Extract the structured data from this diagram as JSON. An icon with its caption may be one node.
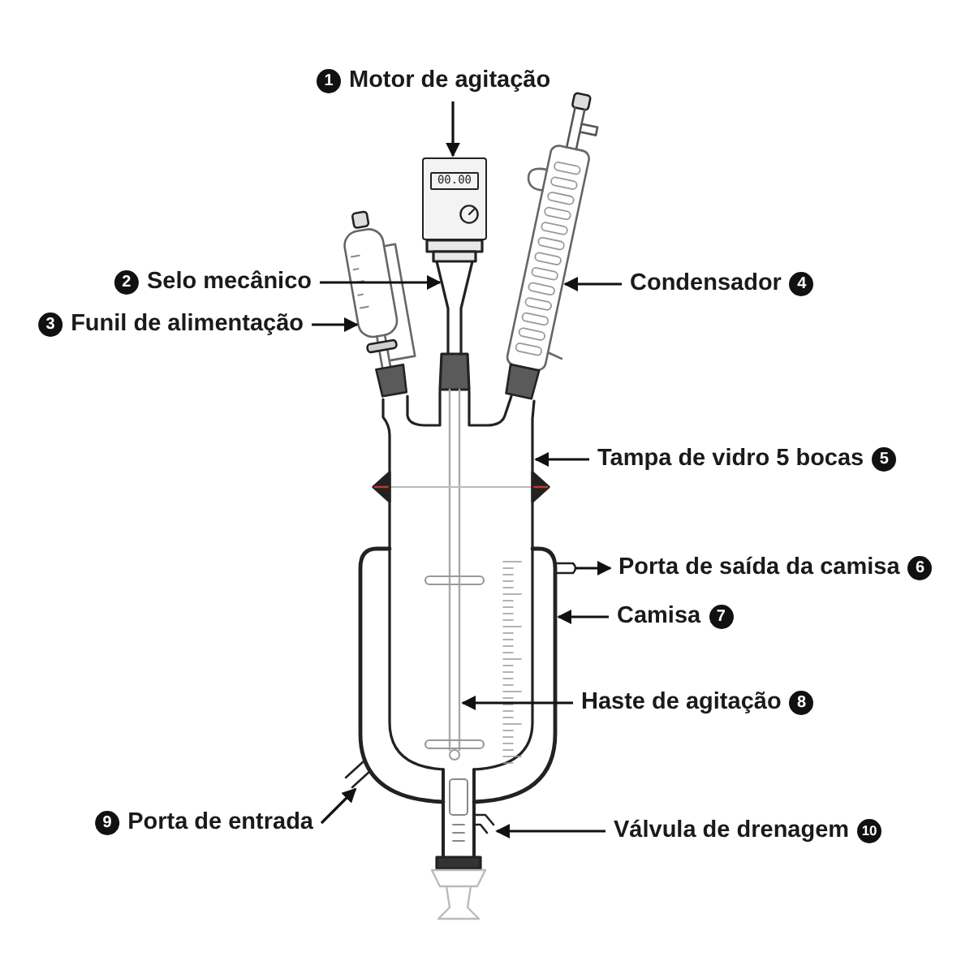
{
  "diagram": {
    "nodes": [
      {
        "text": [
          "1",
          "Motor de agitação"
        ]
      },
      {
        "text": [
          "00.00"
        ]
      },
      {
        "text": [],
        "shape": "picture"
      },
      {
        "text": [
          "2",
          "Selo mecânico"
        ]
      },
      {
        "text": [
          "3",
          "Funil de alimentação"
        ]
      },
      {
        "text": [
          "Condensador",
          "4"
        ]
      },
      {
        "text": [
          "Tampa de vidro 5 bocas",
          "5"
        ]
      },
      {
        "text": [
          "Porta de saída da camisa",
          "6"
        ]
      },
      {
        "text": [
          "Camisa",
          "7"
        ]
      },
      {
        "text": [
          "Haste de agitação",
          "8"
        ]
      },
      {
        "text": [
          "9",
          "Porta de entrada"
        ]
      },
      {
        "text": [
          "Válvula de drenagem",
          "10"
        ]
      }
    ],
    "edges": [
      {
        "from": 0,
        "to": 1,
        "arrow": "to"
      },
      {
        "from": 3,
        "to": 2,
        "arrow": "to"
      },
      {
        "from": 4,
        "to": null,
        "arrow": "to"
      },
      {
        "from": 5,
        "to": null,
        "arrow": "to"
      },
      {
        "from": 6,
        "to": null,
        "arrow": "to"
      },
      {
        "from": null,
        "to": 7,
        "arrow": "to"
      },
      {
        "from": 8,
        "to": null,
        "arrow": "to"
      },
      {
        "from": 9,
        "to": null,
        "arrow": "to"
      },
      {
        "from": 10,
        "to": null,
        "arrow": "to"
      },
      {
        "from": 11,
        "to": null,
        "arrow": "to"
      }
    ]
  }
}
